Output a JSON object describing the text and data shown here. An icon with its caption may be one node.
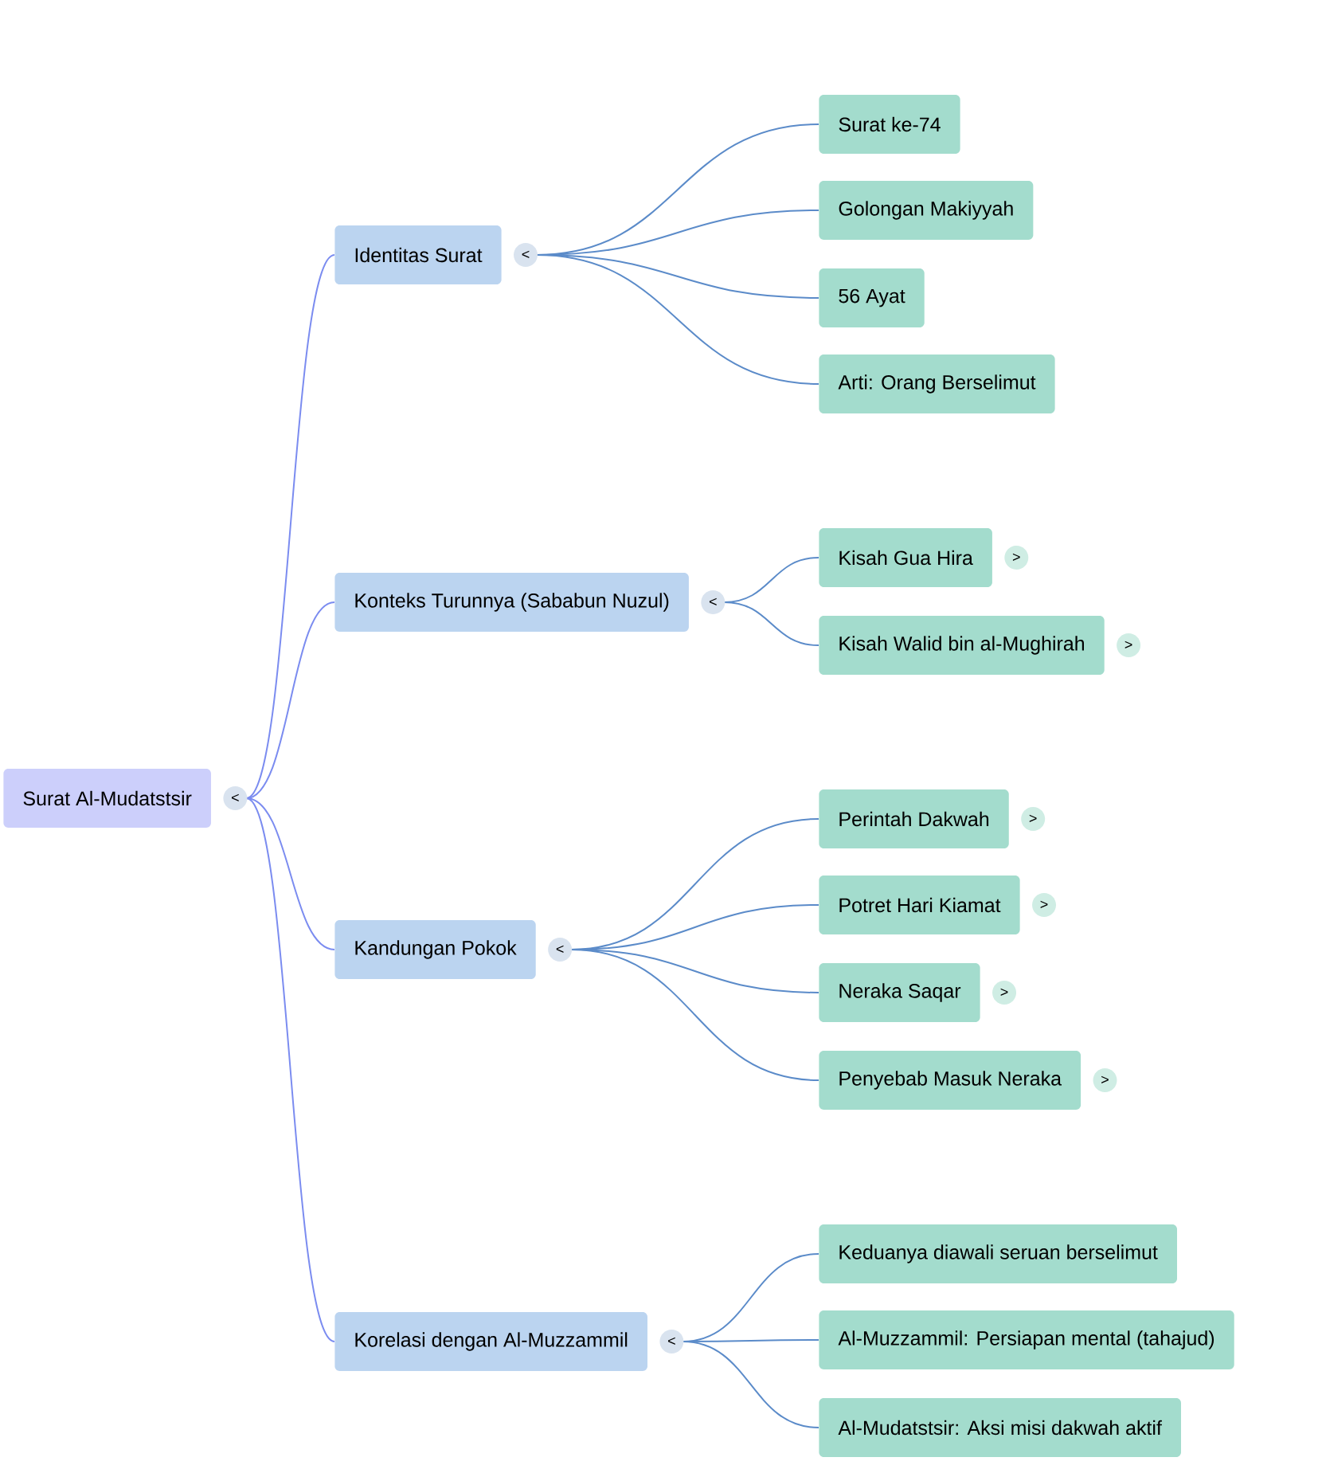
{
  "diagram": {
    "nodes": [
      {
        "text": [
          "Surat Al-Mudatstsir"
        ]
      },
      {
        "text": [
          "Identitas Surat"
        ]
      },
      {
        "text": [
          "Surat ke-74"
        ]
      },
      {
        "text": [
          "Golongan Makiyyah"
        ]
      },
      {
        "text": [
          "56 Ayat"
        ]
      },
      {
        "text": [
          "Arti: Orang Berselimut"
        ]
      },
      {
        "text": [
          "Konteks Turunnya (Sababun Nuzul)"
        ]
      },
      {
        "text": [
          "Kisah Gua Hira"
        ]
      },
      {
        "text": [
          "Kisah Walid bin al-Mughirah"
        ]
      },
      {
        "text": [
          "Kandungan Pokok"
        ]
      },
      {
        "text": [
          "Perintah Dakwah"
        ]
      },
      {
        "text": [
          "Potret Hari Kiamat"
        ]
      },
      {
        "text": [
          "Neraka Saqar"
        ]
      },
      {
        "text": [
          "Penyebab Masuk Neraka"
        ]
      },
      {
        "text": [
          "Korelasi dengan Al-Muzzammil"
        ]
      },
      {
        "text": [
          "Keduanya diawali seruan berselimut"
        ]
      },
      {
        "text": [
          "Al-Muzzammil: Persiapan mental (tahajud)"
        ]
      },
      {
        "text": [
          "Al-Mudatstsir: Aksi misi dakwah aktif"
        ]
      }
    ],
    "edges": [
      {
        "from": 0,
        "to": 1,
        "arrow": "none",
        "color": "#7b8cf0"
      },
      {
        "from": 0,
        "to": 6,
        "arrow": "none",
        "color": "#7b8cf0"
      },
      {
        "from": 0,
        "to": 9,
        "arrow": "none",
        "color": "#7b8cf0"
      },
      {
        "from": 0,
        "to": 14,
        "arrow": "none",
        "color": "#7b8cf0"
      },
      {
        "from": 1,
        "to": 2,
        "arrow": "none"
      },
      {
        "from": 1,
        "to": 3,
        "arrow": "none"
      },
      {
        "from": 1,
        "to": 4,
        "arrow": "none"
      },
      {
        "from": 1,
        "to": 5,
        "arrow": "none"
      },
      {
        "from": 6,
        "to": 7,
        "arrow": "none"
      },
      {
        "from": 6,
        "to": 8,
        "arrow": "none"
      },
      {
        "from": 9,
        "to": 10,
        "arrow": "none"
      },
      {
        "from": 9,
        "to": 11,
        "arrow": "none"
      },
      {
        "from": 9,
        "to": 12,
        "arrow": "none"
      },
      {
        "from": 9,
        "to": 13,
        "arrow": "none"
      },
      {
        "from": 14,
        "to": 15,
        "arrow": "none"
      },
      {
        "from": 14,
        "to": 16,
        "arrow": "none"
      },
      {
        "from": 14,
        "to": 17,
        "arrow": "none"
      }
    ],
    "labels": [
      "<",
      ">",
      "<",
      ">",
      "<",
      ">",
      ">",
      "<",
      ">",
      ">",
      "<"
    ]
  }
}
